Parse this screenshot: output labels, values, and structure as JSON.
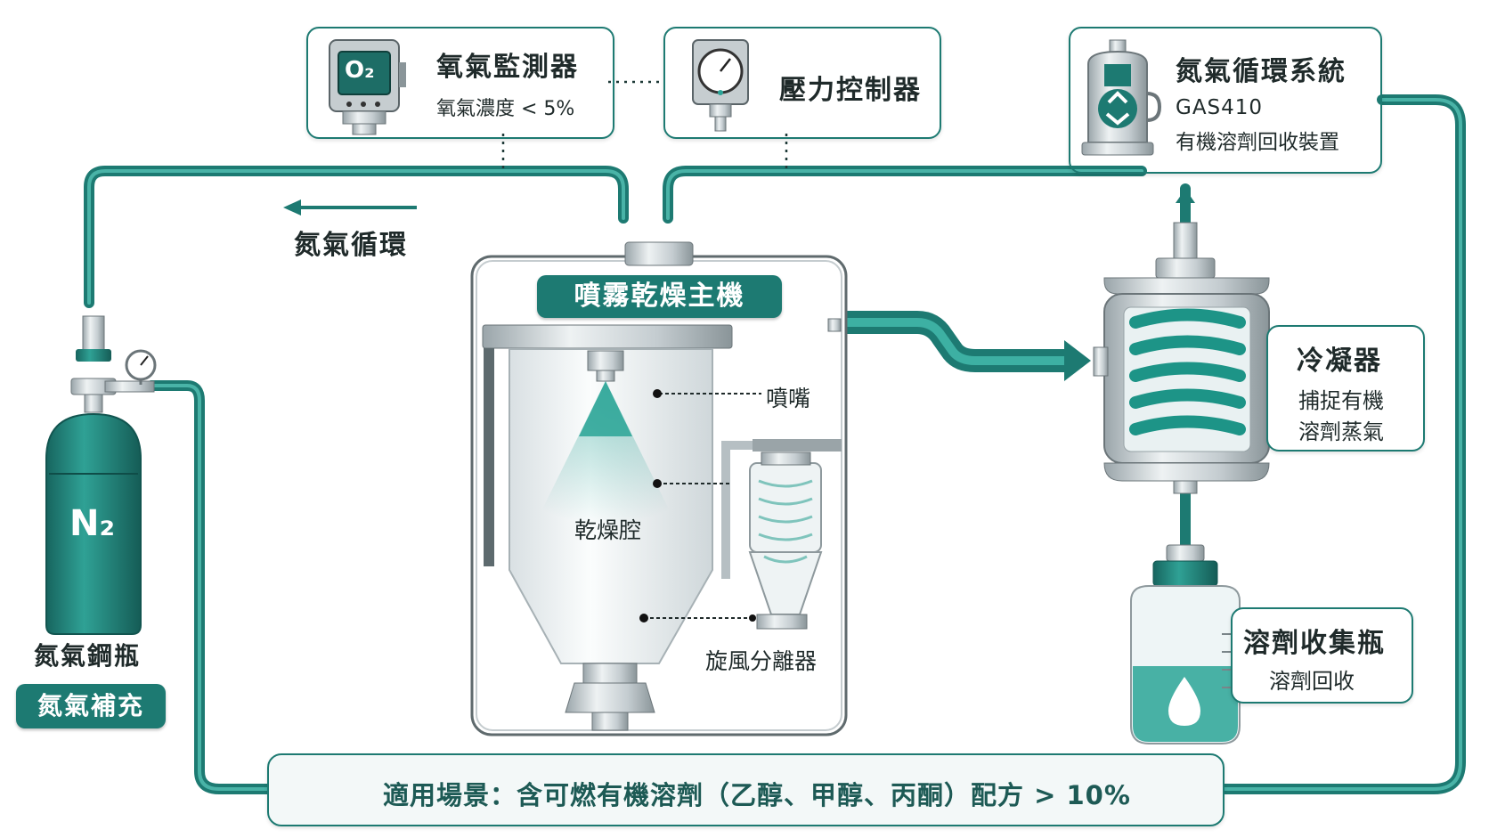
{
  "o2_monitor": {
    "title": "氧氣監測器",
    "subtitle": "氧氣濃度 < 5%",
    "icon_text": "O₂"
  },
  "pressure_controller": {
    "title": "壓力控制器"
  },
  "recycle_system": {
    "title": "氮氣循環系統",
    "model": "GAS410",
    "desc": "有機溶劑回收裝置"
  },
  "flow_label": "氮氣循環",
  "main_unit": {
    "title": "噴霧乾燥主機",
    "nozzle": "噴嘴",
    "chamber": "乾燥腔",
    "cyclone": "旋風分離器"
  },
  "condenser": {
    "title": "冷凝器",
    "line1": "捕捉有機",
    "line2": "溶劑蒸氣"
  },
  "collector": {
    "title": "溶劑收集瓶",
    "desc": "溶劑回收"
  },
  "cylinder": {
    "label": "氮氣鋼瓶",
    "button": "氮氣補充",
    "gas": "N₂"
  },
  "scenario": {
    "text": "適用場景：含可燃有機溶劑（乙醇、甲醇、丙酮）配方 > 10%"
  },
  "colors": {
    "teal": "#1d7a72",
    "teal_light": "#2a9a8f",
    "steel": "#c9d0d3"
  },
  "icons": [
    "o2-sensor-icon",
    "pressure-gauge-icon",
    "recycle-icon",
    "shield-flame-icon",
    "droplet-icon"
  ]
}
